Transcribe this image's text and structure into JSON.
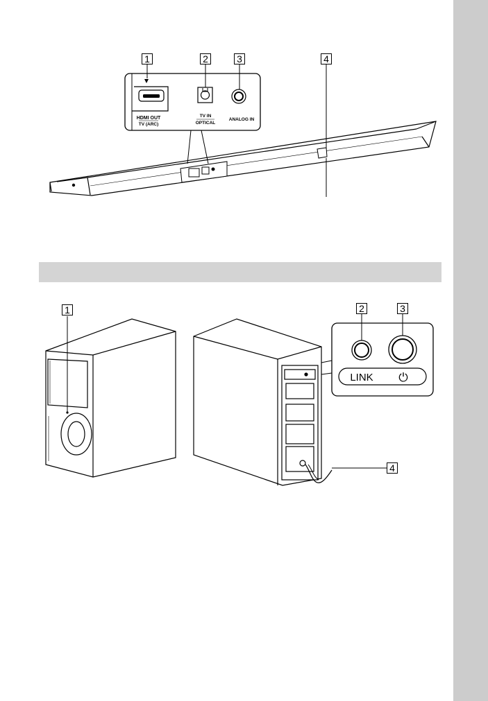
{
  "soundbar": {
    "callouts": [
      "1",
      "2",
      "3",
      "4"
    ],
    "port_labels": {
      "hdmi_line1": "HDMI OUT",
      "hdmi_line2": "TV (ARC)",
      "optical_line1": "TV IN",
      "optical_line2": "OPTICAL",
      "analog": "ANALOG IN"
    }
  },
  "subwoofer": {
    "callouts": [
      "1",
      "2",
      "3",
      "4"
    ],
    "panel_labels": {
      "link": "LINK",
      "power_symbol": "⏻"
    }
  },
  "colors": {
    "side_tab": "#cccccc",
    "section_bar": "#d4d4d4",
    "line": "#000000"
  }
}
